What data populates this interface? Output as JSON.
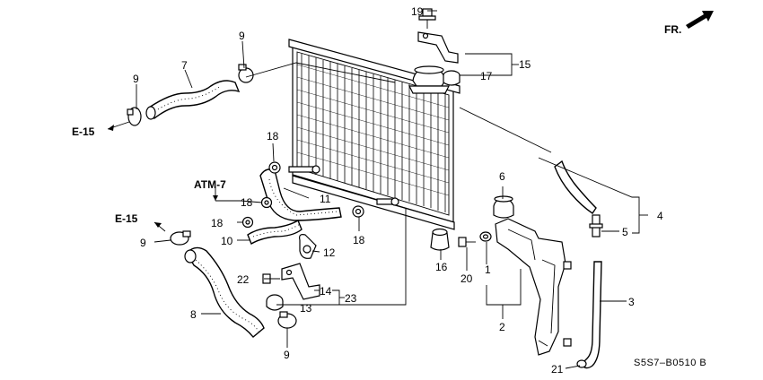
{
  "callouts": {
    "c1": "1",
    "c2": "2",
    "c3": "3",
    "c4": "4",
    "c5": "5",
    "c6": "6",
    "c7": "7",
    "c8": "8",
    "c9a": "9",
    "c9b": "9",
    "c9c": "9",
    "c9d": "9",
    "c10": "10",
    "c11": "11",
    "c12": "12",
    "c13": "13",
    "c14": "14",
    "c15": "15",
    "c16": "16",
    "c17": "17",
    "c18a": "18",
    "c18b": "18",
    "c18c": "18",
    "c18d": "18",
    "c19": "19",
    "c20": "20",
    "c21": "21",
    "c22": "22",
    "c23": "23"
  },
  "refs": {
    "e15_top": "E-15",
    "e15_mid": "E-15",
    "atm7": "ATM-7"
  },
  "direction": {
    "label": "FR."
  },
  "diagram_code": "S5S7–B0510 B"
}
